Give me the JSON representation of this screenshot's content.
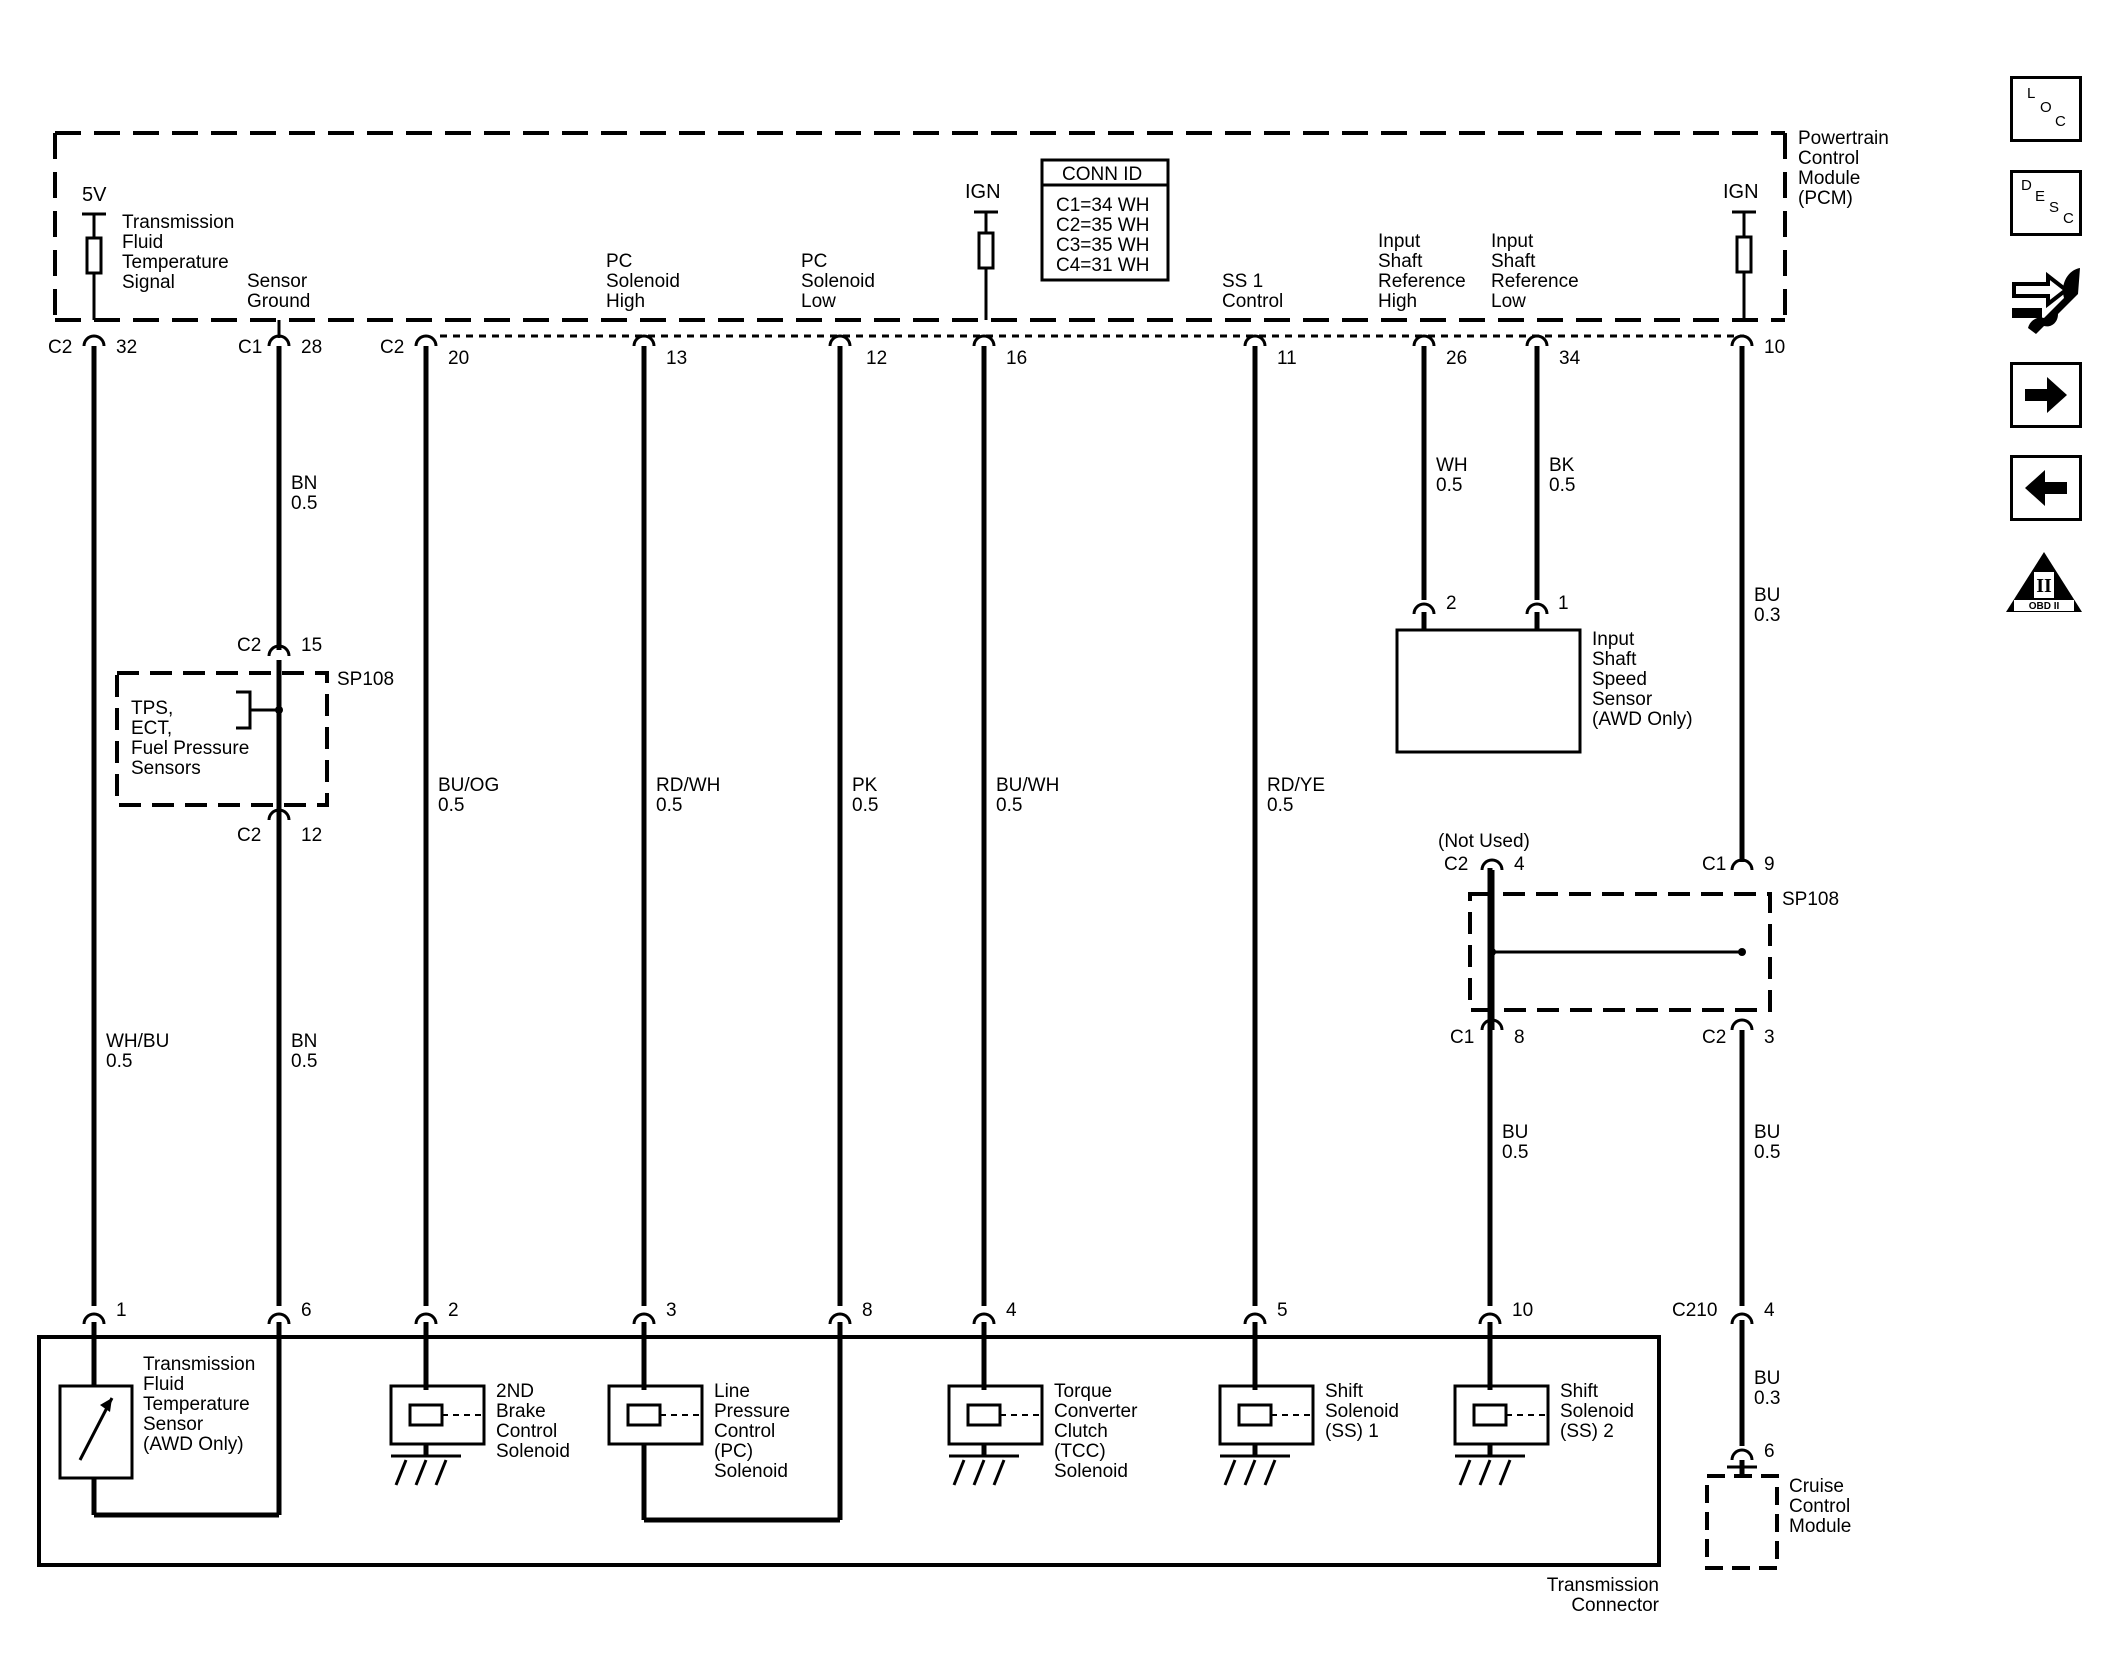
{
  "pcm": {
    "title_lines": [
      "Powertrain",
      "Control",
      "Module",
      "(PCM)"
    ]
  },
  "conn_id": {
    "title": "CONN ID",
    "lines": [
      "C1=34 WH",
      "C2=35 WH",
      "C3=35 WH",
      "C4=31 WH"
    ]
  },
  "power": {
    "v5": "5V",
    "ign1": "IGN",
    "ign2": "IGN"
  },
  "pcm_labels": {
    "tft_signal": [
      "Transmission",
      "Fluid",
      "Temperature",
      "Signal"
    ],
    "sensor_ground": [
      "Sensor",
      "Ground"
    ],
    "pc_high": [
      "PC",
      "Solenoid",
      "High"
    ],
    "pc_low": [
      "PC",
      "Solenoid",
      "Low"
    ],
    "ss1_control": [
      "SS 1",
      "Control"
    ],
    "isr_high": [
      "Input",
      "Shaft",
      "Reference",
      "High"
    ],
    "isr_low": [
      "Input",
      "Shaft",
      "Reference",
      "Low"
    ]
  },
  "pcm_pins": [
    {
      "conn": "C2",
      "pin": "32"
    },
    {
      "conn": "C1",
      "pin": "28"
    },
    {
      "conn": "C2",
      "pin": "20"
    },
    {
      "conn": "",
      "pin": "13"
    },
    {
      "conn": "",
      "pin": "12"
    },
    {
      "conn": "",
      "pin": "16"
    },
    {
      "conn": "",
      "pin": "11"
    },
    {
      "conn": "",
      "pin": "26"
    },
    {
      "conn": "",
      "pin": "34"
    },
    {
      "conn": "",
      "pin": "10"
    }
  ],
  "wires": [
    {
      "color": "WH/BU",
      "gauge": "0.5"
    },
    {
      "color": "BN",
      "gauge": "0.5"
    },
    {
      "color": "BN",
      "gauge": "0.5"
    },
    {
      "color": "BU/OG",
      "gauge": "0.5"
    },
    {
      "color": "RD/WH",
      "gauge": "0.5"
    },
    {
      "color": "PK",
      "gauge": "0.5"
    },
    {
      "color": "BU/WH",
      "gauge": "0.5"
    },
    {
      "color": "RD/YE",
      "gauge": "0.5"
    },
    {
      "color": "WH",
      "gauge": "0.5"
    },
    {
      "color": "BK",
      "gauge": "0.5"
    },
    {
      "color": "BU",
      "gauge": "0.3"
    },
    {
      "color": "BU",
      "gauge": "0.5"
    },
    {
      "color": "BU",
      "gauge": "0.5"
    },
    {
      "color": "BU",
      "gauge": "0.3"
    }
  ],
  "splice_left": {
    "name": "SP108",
    "top_conn": "C2",
    "top_pin": "15",
    "bottom_conn": "C2",
    "bottom_pin": "12",
    "text": [
      "TPS,",
      "ECT,",
      "Fuel Pressure",
      "Sensors"
    ]
  },
  "splice_right": {
    "name": "SP108",
    "not_used": "(Not Used)",
    "tl_conn": "C2",
    "tl_pin": "4",
    "tr_conn": "C1",
    "tr_pin": "9",
    "bl_conn": "C1",
    "bl_pin": "8",
    "br_conn": "C2",
    "br_pin": "3"
  },
  "iss": {
    "pin_a": "2",
    "pin_b": "1",
    "label": [
      "Input",
      "Shaft",
      "Speed",
      "Sensor",
      "(AWD Only)"
    ]
  },
  "trans_pins": [
    "1",
    "6",
    "2",
    "3",
    "8",
    "4",
    "5",
    "10"
  ],
  "c210": {
    "conn": "C210",
    "pin": "4"
  },
  "cruise": {
    "pin": "6",
    "label": [
      "Cruise",
      "Control",
      "Module"
    ]
  },
  "components": {
    "tft_sensor": [
      "Transmission",
      "Fluid",
      "Temperature",
      "Sensor",
      "(AWD Only)"
    ],
    "brake_sol": [
      "2ND",
      "Brake",
      "Control",
      "Solenoid"
    ],
    "pc_sol": [
      "Line",
      "Pressure",
      "Control",
      "(PC)",
      "Solenoid"
    ],
    "tcc_sol": [
      "Torque",
      "Converter",
      "Clutch",
      "(TCC)",
      "Solenoid"
    ],
    "ss1_sol": [
      "Shift",
      "Solenoid",
      "(SS) 1"
    ],
    "ss2_sol": [
      "Shift",
      "Solenoid",
      "(SS) 2"
    ]
  },
  "trans_connector": [
    "Transmission",
    "Connector"
  ],
  "nav": {
    "loc_letters": [
      "L",
      "O",
      "C"
    ],
    "desc_letters": [
      "D",
      "E",
      "S",
      "C"
    ],
    "obd_label": "OBD II",
    "obd_roman": "II"
  }
}
